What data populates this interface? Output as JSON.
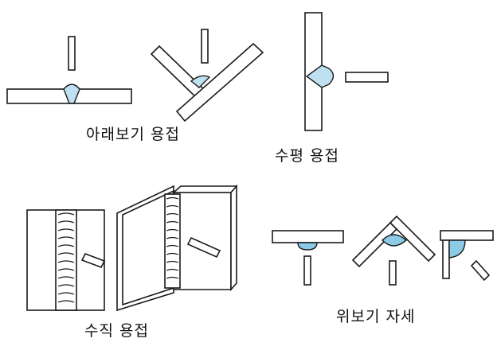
{
  "captions": {
    "flat": "아래보기 용접",
    "horizontal": "수평 용접",
    "vertical": "수직 용접",
    "overhead": "위보기 자세"
  },
  "colors": {
    "weld_light": "#bfe0f0",
    "weld_dark": "#8ccbe8",
    "outline": "#1a1a1a"
  }
}
